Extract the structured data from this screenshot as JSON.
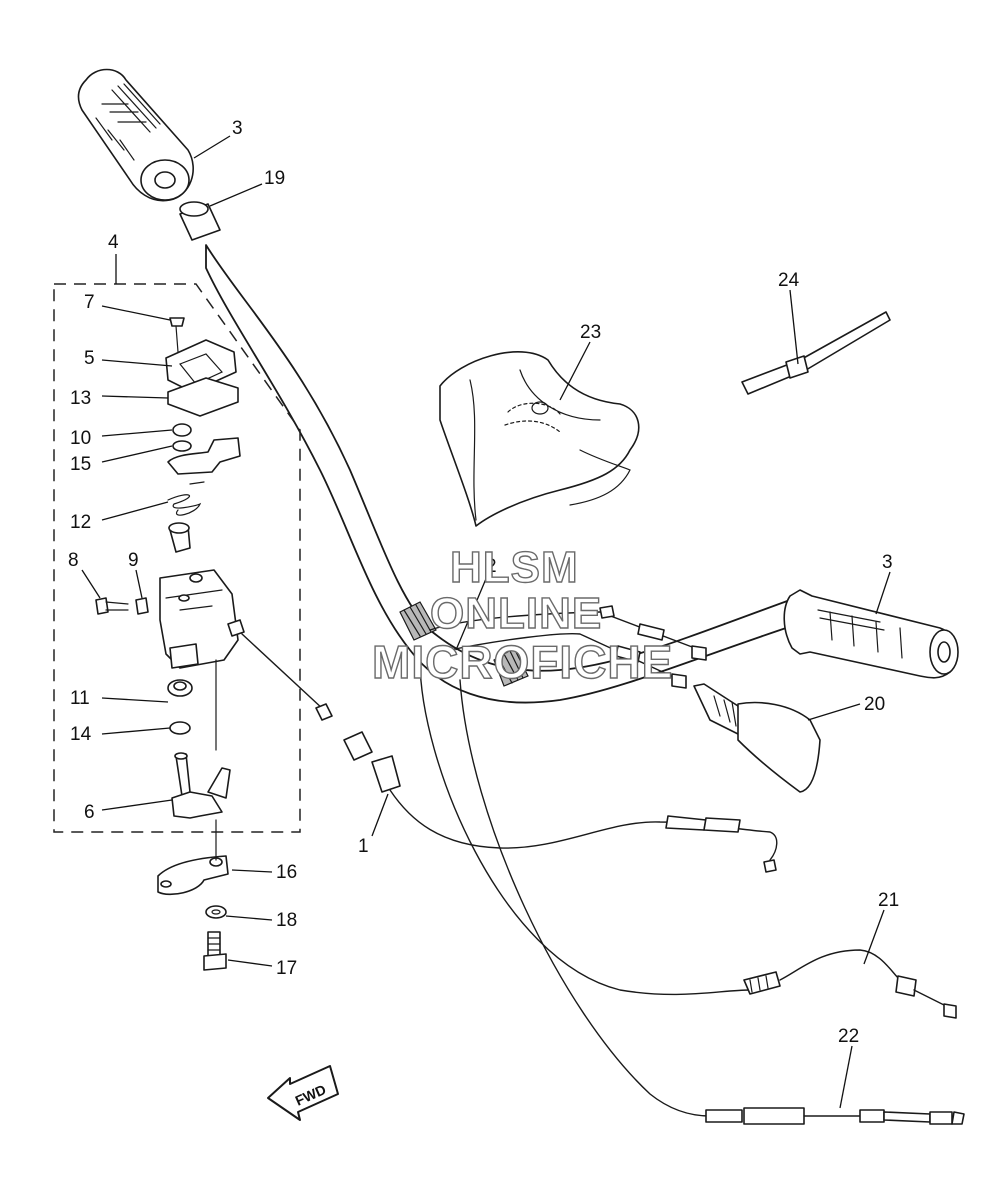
{
  "watermark": {
    "line1": "HLSM",
    "line2": "ONLINE",
    "line3": "MICROFICHE"
  },
  "direction_label": "FWD",
  "callouts": {
    "c1": "1",
    "c2": "2",
    "c3a": "3",
    "c3b": "3",
    "c4": "4",
    "c5": "5",
    "c6": "6",
    "c7": "7",
    "c8": "8",
    "c9": "9",
    "c10": "10",
    "c11": "11",
    "c12": "12",
    "c13": "13",
    "c14": "14",
    "c15": "15",
    "c16": "16",
    "c17": "17",
    "c18": "18",
    "c19": "19",
    "c20": "20",
    "c21": "21",
    "c22": "22",
    "c23": "23",
    "c24": "24"
  }
}
